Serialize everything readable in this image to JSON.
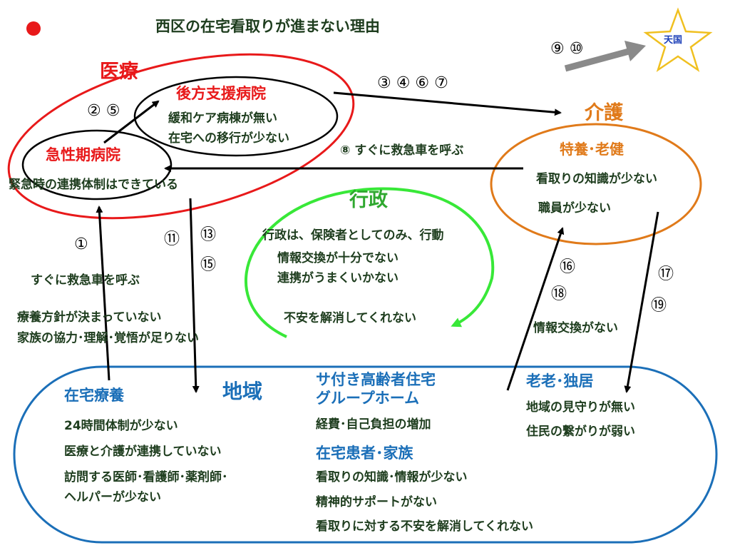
{
  "title": "西区の在宅看取りが進まない理由",
  "heaven": {
    "label": "天国",
    "nums": "⑨ ⑩"
  },
  "iryo": {
    "label": "医療",
    "backup_hospital": "後方支援病院",
    "backup_items": [
      "緩和ケア病棟が無い",
      "在宅への移行が少ない"
    ],
    "acute_hospital": "急性期病院",
    "acute_item": "緊急時の連携体制はできている",
    "nums_25": "② ⑤"
  },
  "kaigo": {
    "label": "介護",
    "sub": "特養･老健",
    "items": [
      "看取りの知識が少ない",
      "職員が少ない"
    ]
  },
  "arrow_labels": {
    "nums_3467": "③ ④ ⑥ ⑦",
    "ambulance_8": "⑧ すぐに救急車を呼ぶ",
    "num_1": "①",
    "num_11": "⑪",
    "num_13": "⑬",
    "num_15": "⑮",
    "num_16": "⑯",
    "num_18": "⑱",
    "num_17": "⑰",
    "num_19": "⑲"
  },
  "left_notes": [
    "すぐに救急車を呼ぶ",
    "療養方針が決まっていない",
    "家族の協力･理解･覚悟が足りない"
  ],
  "gyosei": {
    "label": "行政",
    "items": [
      "行政は、保険者としてのみ、行動",
      "情報交換が十分でない",
      "連携がうまくいかない",
      "不安を解消してくれない"
    ]
  },
  "right_note": "情報交換がない",
  "chiiki": {
    "label": "地域",
    "home_care": "在宅療養",
    "home_care_items": [
      "24時間体制が少ない",
      "医療と介護が連携していない",
      "訪問する医師･看護師･薬剤師･",
      "ヘルパーが少ない"
    ],
    "facility_title_1": "サ付き高齢者住宅",
    "facility_title_2": "グループホーム",
    "facility_item": "経費･自己負担の増加",
    "patient_family": "在宅患者･家族",
    "patient_items": [
      "看取りの知識･情報が少ない",
      "精神的サポートがない",
      "看取りに対する不安を解消してくれない"
    ],
    "elderly": "老老･独居",
    "elderly_items": [
      "地域の見守りが無い",
      "住民の繋がりが弱い"
    ]
  }
}
